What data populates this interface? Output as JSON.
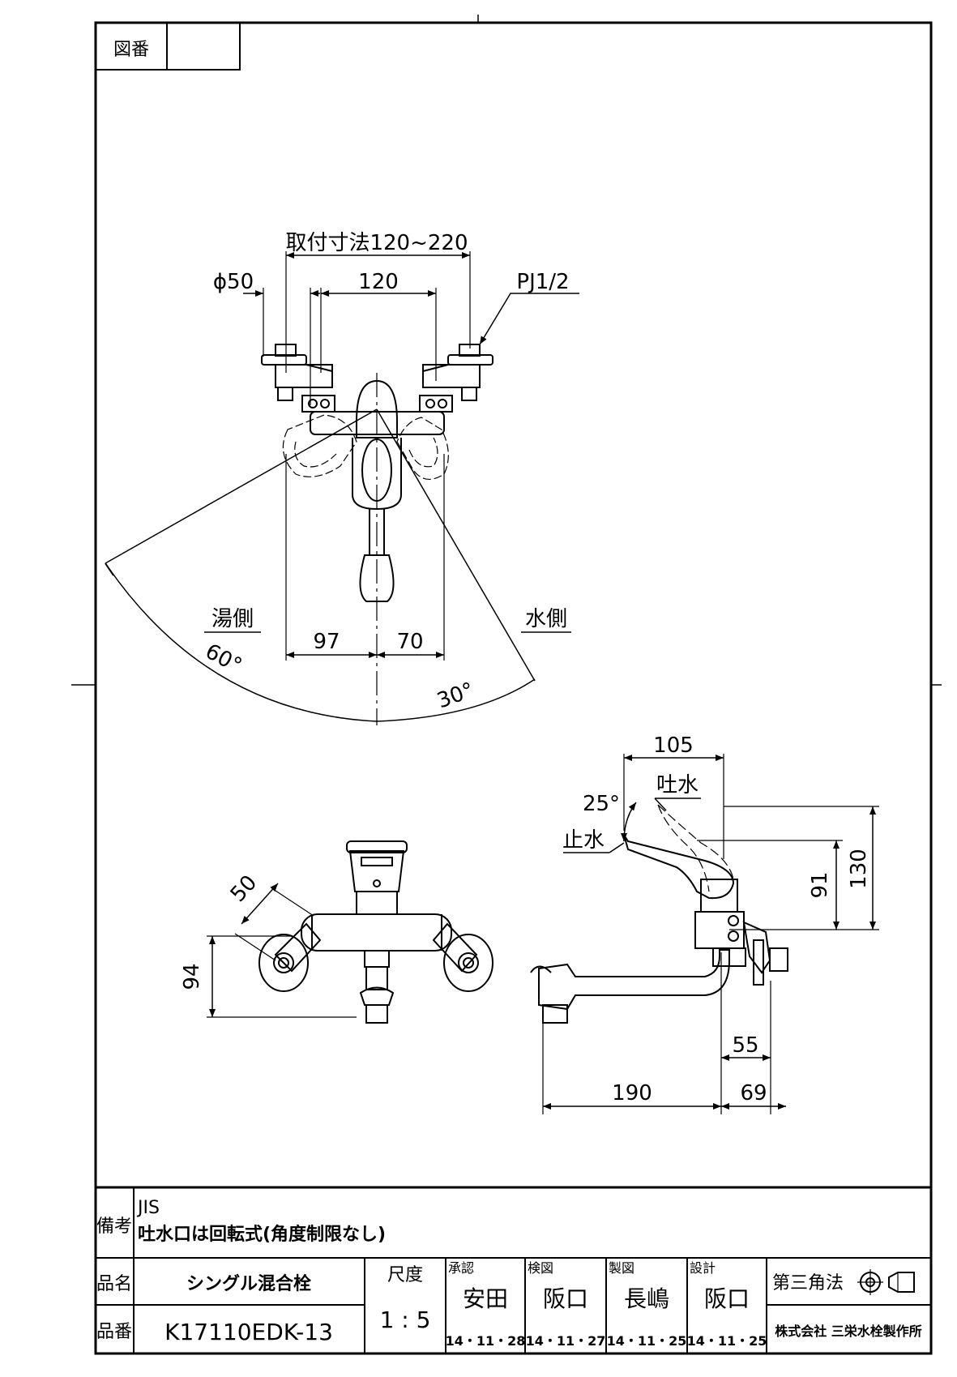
{
  "drawing_number": {
    "label": "図番",
    "value": ""
  },
  "top_view": {
    "install_dim": "取付寸法120~220",
    "phi": "ϕ50",
    "center_dim": "120",
    "thread": "PJ1/2",
    "hot_side": "湯側",
    "cold_side": "水側",
    "left_offset": "97",
    "right_offset": "70",
    "angle_left": "60°",
    "angle_right": "30°"
  },
  "front_view": {
    "dim_50": "50",
    "dim_94": "94"
  },
  "side_view": {
    "dim_105": "105",
    "discharge": "吐水",
    "angle": "25°",
    "stop": "止水",
    "dim_91": "91",
    "dim_130": "130",
    "dim_55": "55",
    "dim_190": "190",
    "dim_69": "69"
  },
  "title_block": {
    "notes_label": "備考",
    "note1": "JIS",
    "note2": "吐水口は回転式(角度制限なし)",
    "name_label": "品名",
    "name_value": "シングル混合栓",
    "number_label": "品番",
    "number_value": "K17110EDK-13",
    "scale_label": "尺度",
    "scale_value": "1 : 5",
    "approval_label": "承認",
    "approval_name": "安田",
    "approval_date": "14・11・28",
    "check_label": "検図",
    "check_name": "阪口",
    "check_date": "14・11・27",
    "draft_label": "製図",
    "draft_name": "長嶋",
    "draft_date": "14・11・25",
    "design_label": "設計",
    "design_name": "阪口",
    "design_date": "14・11・25",
    "projection_label": "第三角法",
    "company": "株式会社 三栄水栓製作所"
  }
}
